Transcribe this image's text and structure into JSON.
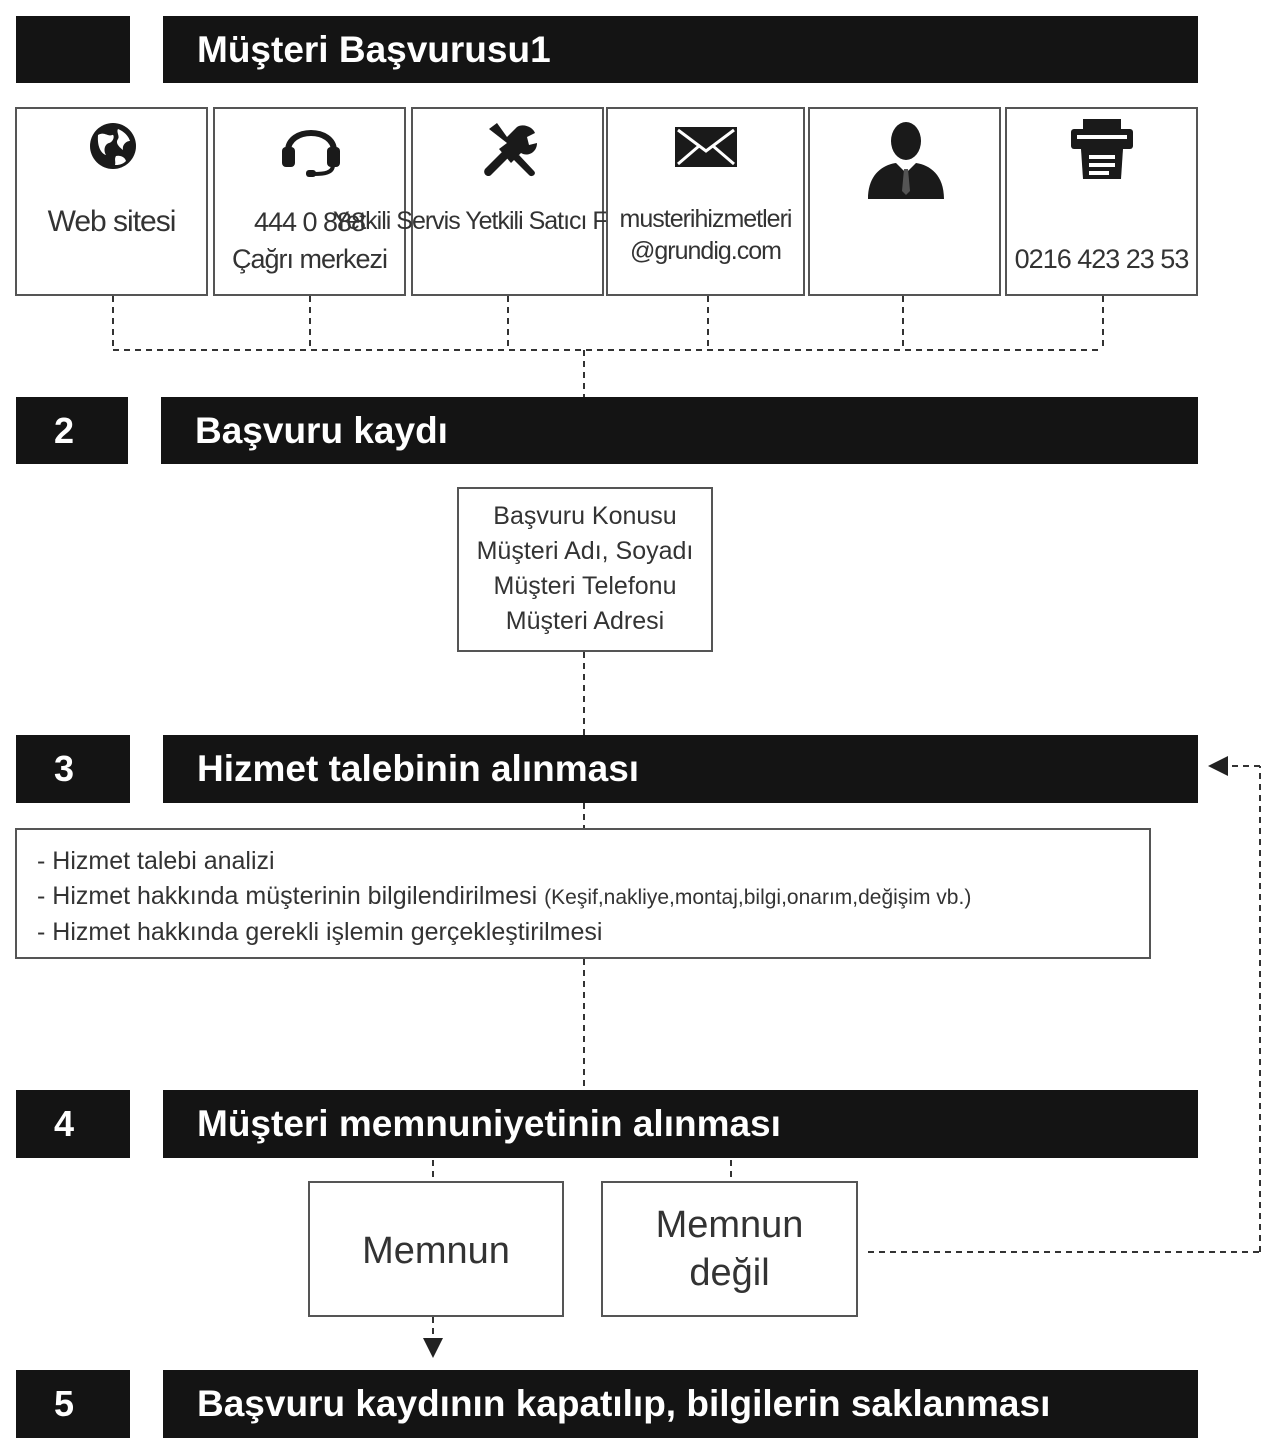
{
  "steps": [
    {
      "number": "",
      "title": "Müşteri Başvurusu1"
    },
    {
      "number": "2",
      "title": "Başvuru kaydı"
    },
    {
      "number": "3",
      "title": "Hizmet talebinin alınması"
    },
    {
      "number": "4",
      "title": "Müşteri memnuniyetinin alınması"
    },
    {
      "number": "5",
      "title": "Başvuru kaydının kapatılıp, bilgilerin saklanması"
    }
  ],
  "channels": [
    {
      "icon": "globe-icon",
      "line1": "Web sitesi",
      "line2": ""
    },
    {
      "icon": "headset-icon",
      "line1": "444 0 888",
      "line2": "Çağrı merkezi"
    },
    {
      "icon": "tools-icon",
      "line1": "Yetkili Servis Yetkili Satıcı Firmaları",
      "line2": ""
    },
    {
      "icon": "envelope-icon",
      "line1": "musterihizmetleri",
      "line2": "@grundig.com"
    },
    {
      "icon": "person-icon",
      "line1": "",
      "line2": ""
    },
    {
      "icon": "fax-icon",
      "line1": "",
      "line2": "0216 423 23 53"
    }
  ],
  "record_fields": [
    "Başvuru Konusu",
    "Müşteri Adı, Soyadı",
    "Müşteri Telefonu",
    "Müşteri Adresi"
  ],
  "service_items": [
    {
      "text": "- Hizmet talebi analizi",
      "note": ""
    },
    {
      "text": "- Hizmet hakkında müşterinin bilgilendirilmesi",
      "note": "(Keşif,nakliye,montaj,bilgi,onarım,değişim vb.)"
    },
    {
      "text": "- Hizmet hakkında gerekli işlemin gerçekleştirilmesi",
      "note": ""
    }
  ],
  "outcomes": {
    "satisfied": "Memnun",
    "not_satisfied_line1": "Memnun",
    "not_satisfied_line2": "değil"
  }
}
